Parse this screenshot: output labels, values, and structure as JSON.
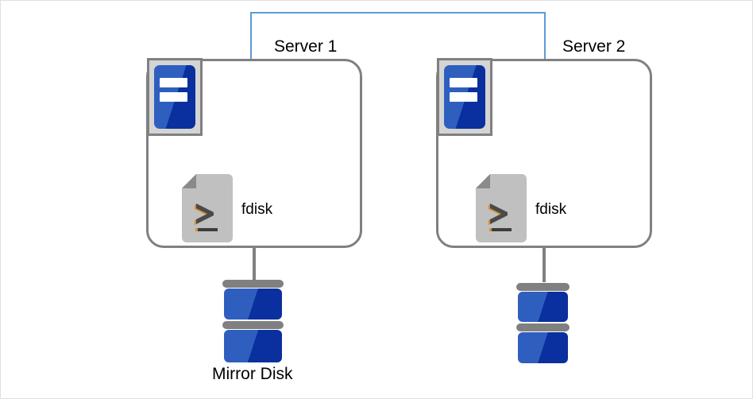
{
  "diagram": {
    "type": "mirror-disk-cluster",
    "background_color": "#ffffff",
    "border_color": "#e0e0e0",
    "accent_link_color": "#5b9bd5",
    "box_border_color": "#808080",
    "icon_blue_light": "#2e5fbf",
    "icon_blue_dark": "#0a2f9e"
  },
  "nodes": {
    "server1": {
      "title": "Server 1",
      "app_label": "fdisk",
      "server_icon": "server-icon",
      "app_icon": "terminal-script-icon",
      "disk_icon": "disk-stack-icon",
      "disk_label": "Mirror Disk"
    },
    "server2": {
      "title": "Server 2",
      "app_label": "fdisk",
      "server_icon": "server-icon",
      "app_icon": "terminal-script-icon",
      "disk_icon": "disk-stack-icon",
      "disk_label": ""
    }
  },
  "connections": {
    "interconnect": {
      "name": "server-interconnect-link",
      "color": "#5b9bd5",
      "from": "server1",
      "to": "server2"
    },
    "server1_disk_link": {
      "name": "server1-disk-link",
      "color": "#808080"
    },
    "server2_disk_link": {
      "name": "server2-disk-link",
      "color": "#808080"
    }
  }
}
